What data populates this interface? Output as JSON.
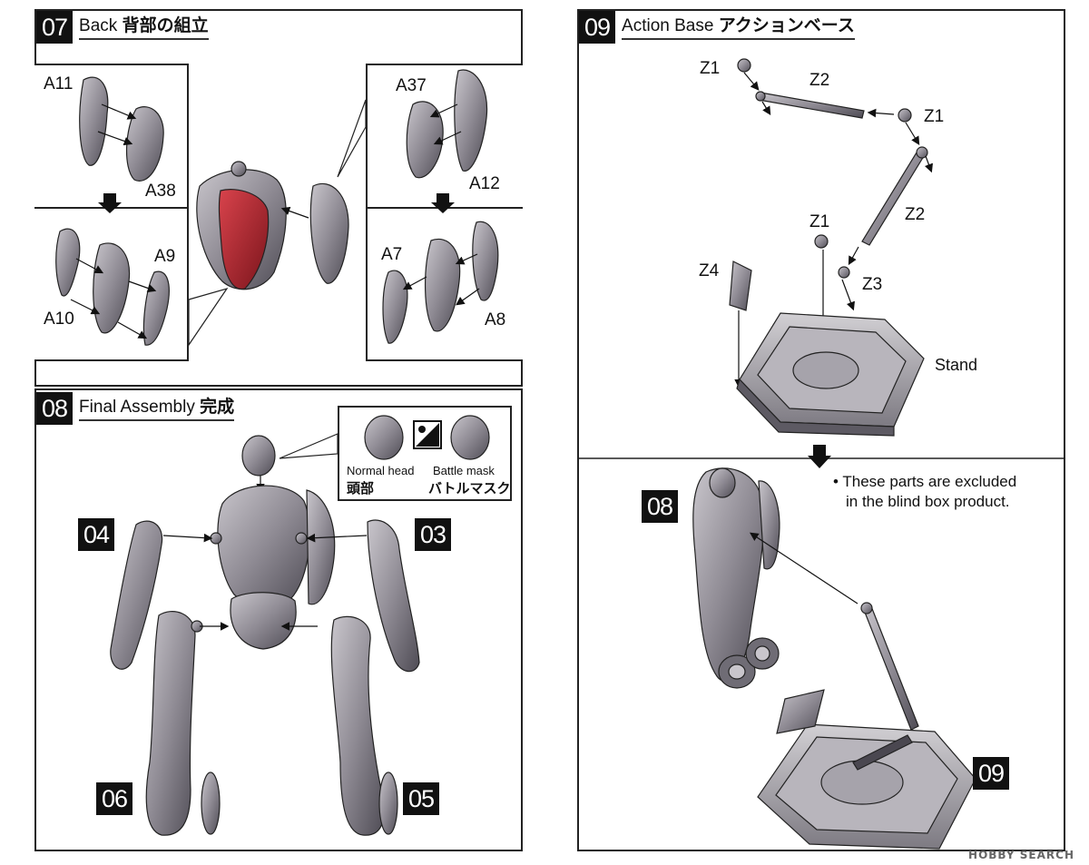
{
  "steps": {
    "s07": {
      "number": "07",
      "title_en": "Back",
      "title_jp": "背部の組立"
    },
    "s08": {
      "number": "08",
      "title_en": "Final Assembly",
      "title_jp": "完成"
    },
    "s09": {
      "number": "09",
      "title_en": "Action Base",
      "title_jp": "アクションベース"
    }
  },
  "s07_parts": {
    "a11": "A11",
    "a38": "A38",
    "a9": "A9",
    "a10": "A10",
    "a37": "A37",
    "a12": "A12",
    "a7": "A7",
    "a8": "A8"
  },
  "s08": {
    "callout": {
      "normal_en": "Normal head",
      "normal_jp": "頭部",
      "battle_en": "Battle mask",
      "battle_jp": "バトルマスク"
    },
    "tags": {
      "t04": "04",
      "t03": "03",
      "t06": "06",
      "t05": "05"
    }
  },
  "s09": {
    "parts": {
      "z1a": "Z1",
      "z2a": "Z2",
      "z1b": "Z1",
      "z2b": "Z2",
      "z1c": "Z1",
      "z3": "Z3",
      "z4": "Z4",
      "stand": "Stand"
    },
    "note_line1": "These parts are excluded",
    "note_line2": "in the blind box product.",
    "tags": {
      "t08": "08",
      "t09": "09"
    }
  },
  "watermark": "HOBBY SEARCH",
  "colors": {
    "ink": "#111111",
    "part_gray": "#9c98a0",
    "part_shade": "#5e5b63",
    "red_part": "#b3222c"
  }
}
